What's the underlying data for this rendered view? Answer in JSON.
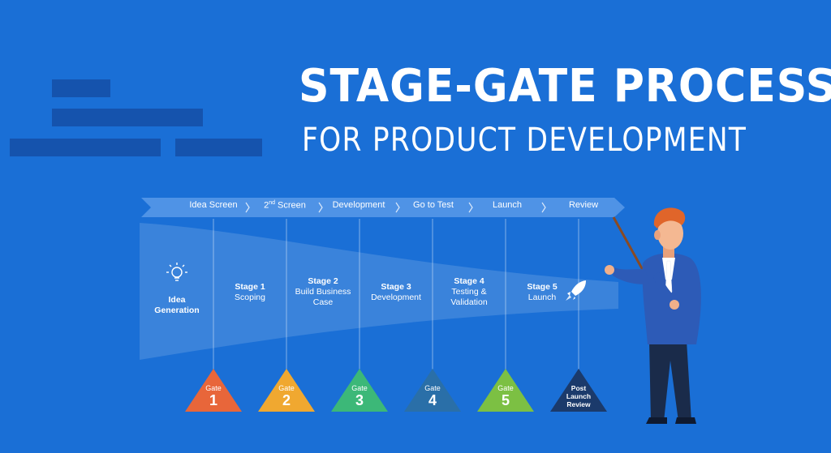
{
  "title": "STAGE-GATE PROCESS",
  "subtitle": "FOR PRODUCT DEVELOPMENT",
  "steps": [
    {
      "label": "Idea Screen"
    },
    {
      "label": "2",
      "sup": "nd",
      "rest": " Screen"
    },
    {
      "label": "Development"
    },
    {
      "label": "Go to Test"
    },
    {
      "label": "Launch"
    },
    {
      "label": "Review"
    }
  ],
  "stages": [
    {
      "line1": "Idea",
      "line2": "Generation"
    },
    {
      "line1": "Stage 1",
      "line2": "Scoping"
    },
    {
      "line1": "Stage 2",
      "line2": "Build Business",
      "line3": "Case"
    },
    {
      "line1": "Stage 3",
      "line2": "Development"
    },
    {
      "line1": "Stage 4",
      "line2": "Testing &",
      "line3": "Validation"
    },
    {
      "line1": "Stage 5",
      "line2": "Launch"
    }
  ],
  "gates": [
    {
      "word": "Gate",
      "num": "1",
      "color": "#e8663a"
    },
    {
      "word": "Gate",
      "num": "2",
      "color": "#f0a830"
    },
    {
      "word": "Gate",
      "num": "3",
      "color": "#3cb878"
    },
    {
      "word": "Gate",
      "num": "4",
      "color": "#2a6fa8"
    },
    {
      "word": "Gate",
      "num": "5",
      "color": "#7cc043"
    },
    {
      "line1": "Post",
      "line2": "Launch",
      "line3": "Review",
      "color": "#1b3a6b"
    }
  ],
  "icons": [
    "lightbulb-icon",
    "rocket-icon",
    "chevron-right-icon"
  ]
}
